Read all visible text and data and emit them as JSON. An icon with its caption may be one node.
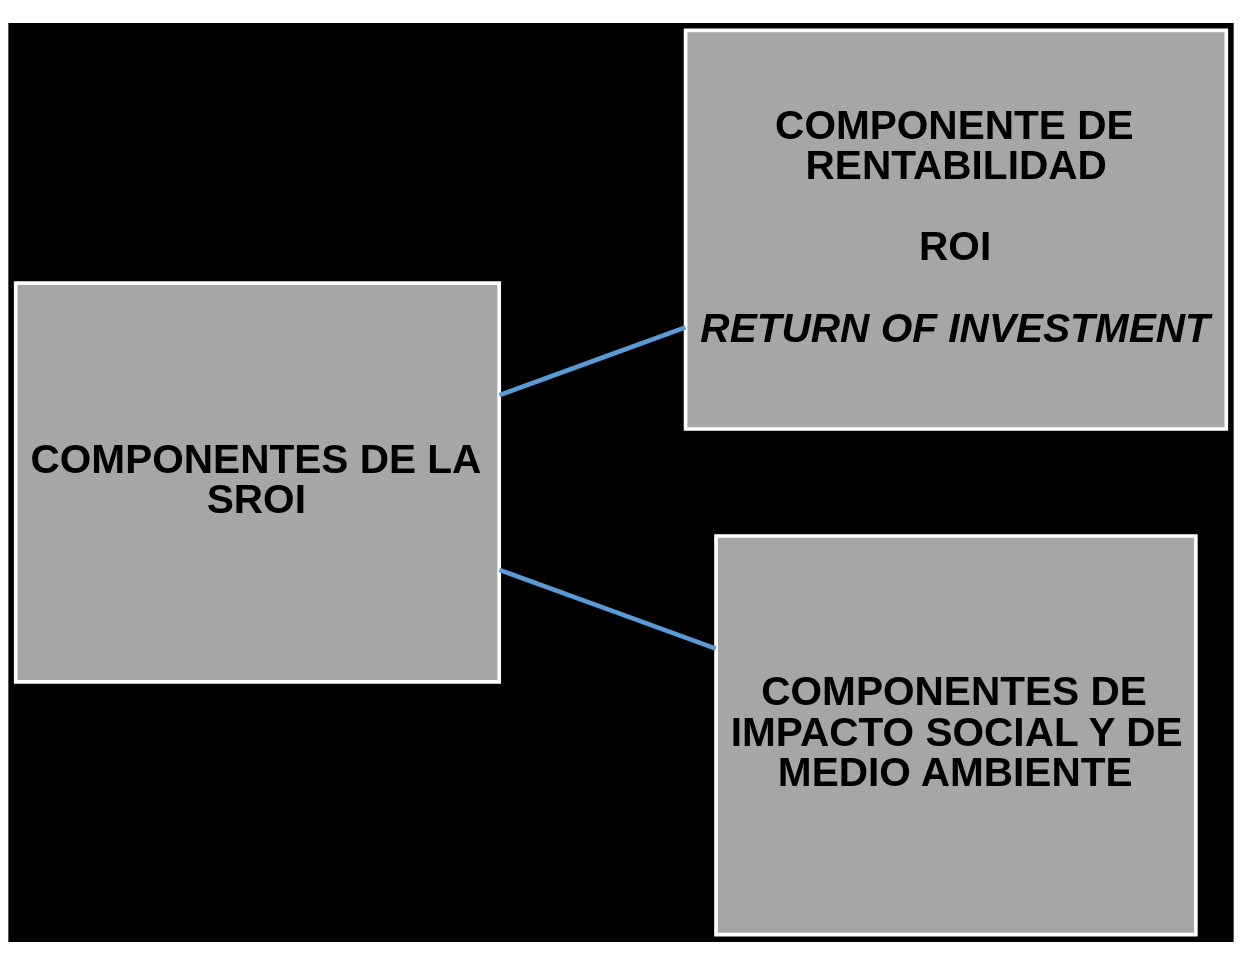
{
  "diagram": {
    "nodes": [
      {
        "text": [
          "COMPONENTES DE LA SROI"
        ]
      },
      {
        "text": [
          "COMPONENTE DE RENTABILIDAD",
          "ROI",
          "RETURN OF INVESTMENT"
        ]
      },
      {
        "text": [
          "COMPONENTES DE IMPACTO SOCIAL Y DE MEDIO AMBIENTE"
        ]
      }
    ],
    "edges": [
      {
        "from": 0,
        "to": 1,
        "arrow": "none"
      },
      {
        "from": 0,
        "to": 2,
        "arrow": "none"
      }
    ]
  }
}
